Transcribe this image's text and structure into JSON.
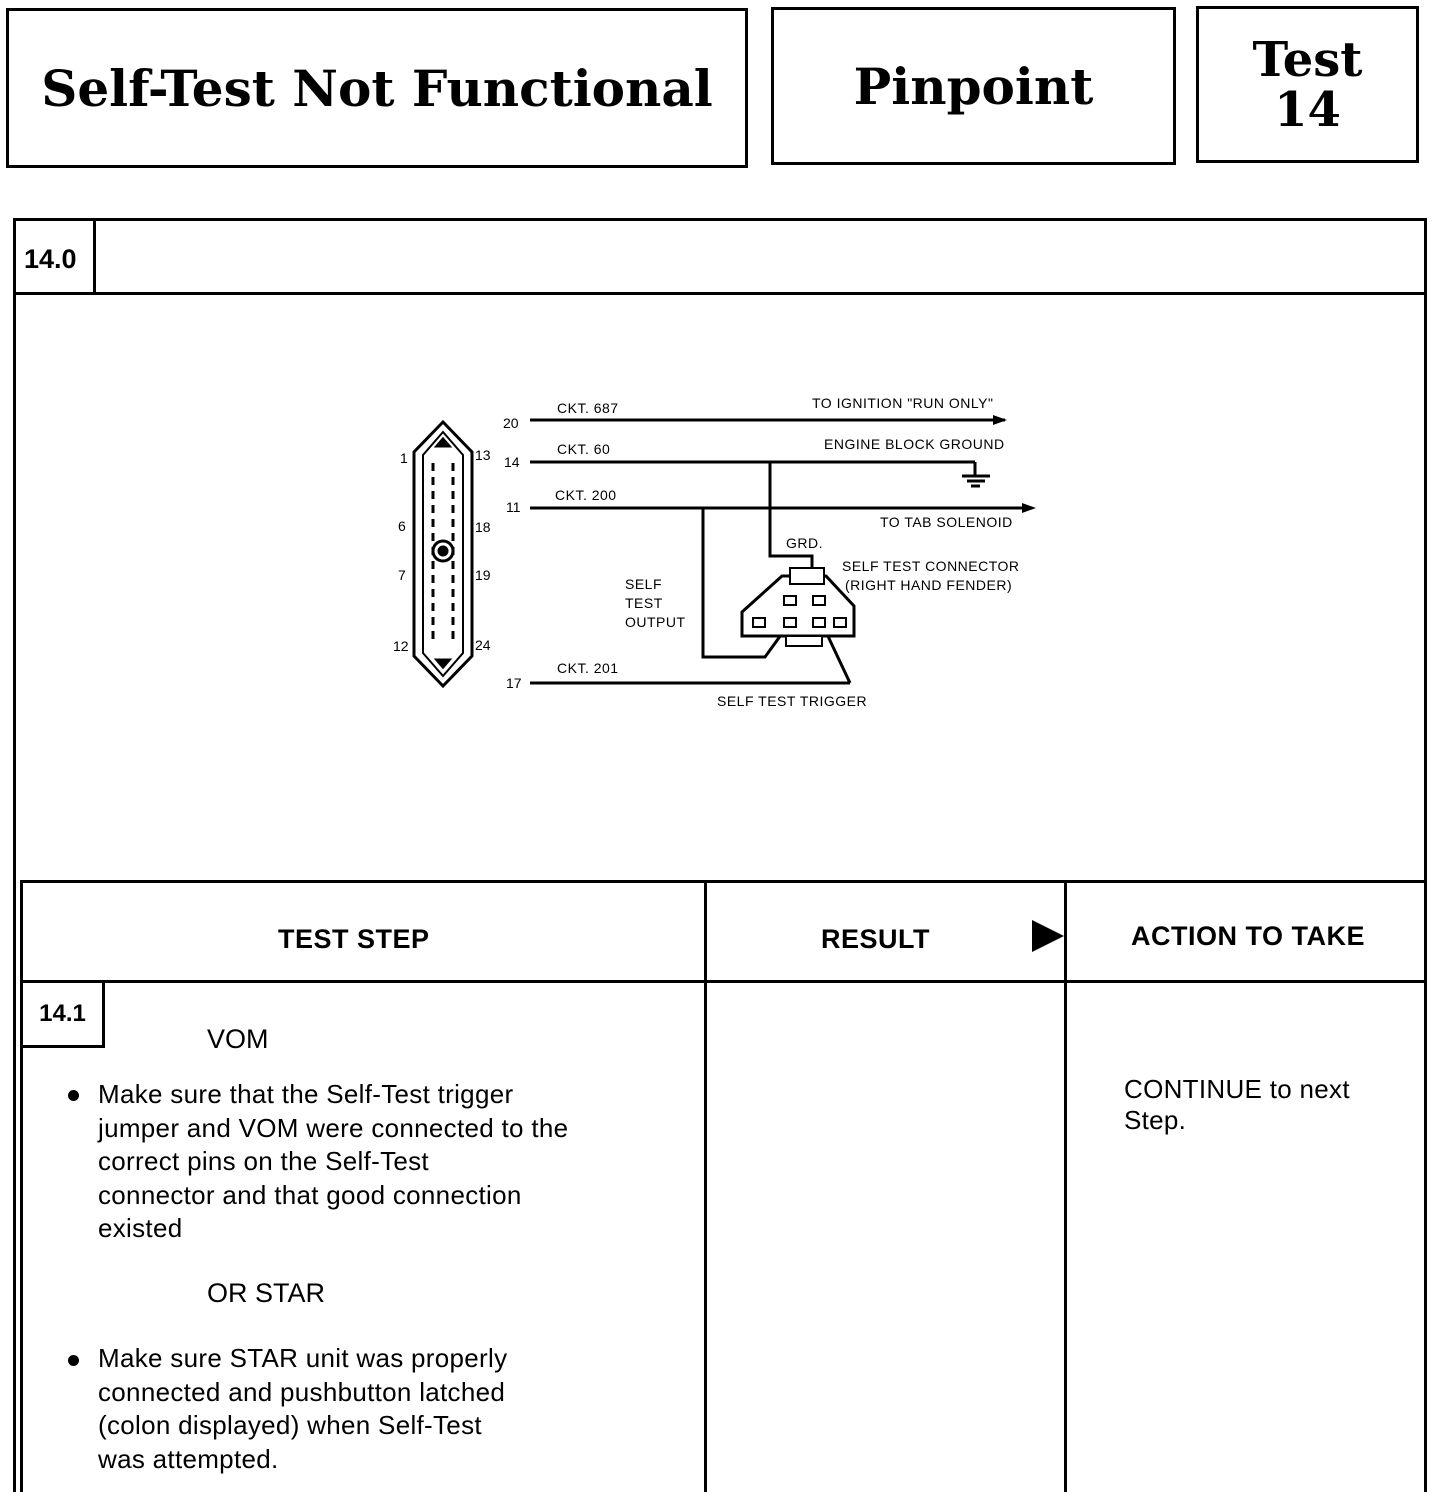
{
  "header": {
    "title": "Self-Test Not Functional",
    "pinpoint": "Pinpoint",
    "test_label": "Test",
    "test_number": "14"
  },
  "section": {
    "number": "14.0",
    "title": ""
  },
  "diagram": {
    "pins_left": [
      "1",
      "6",
      "7",
      "12"
    ],
    "pins_right": [
      "13",
      "18",
      "19",
      "24"
    ],
    "wires": [
      {
        "pin": "20",
        "circuit": "CKT. 687",
        "destination": "TO IGNITION \"RUN ONLY\""
      },
      {
        "pin": "14",
        "circuit": "CKT. 60",
        "destination": "ENGINE BLOCK GROUND"
      },
      {
        "pin": "11",
        "circuit": "CKT. 200",
        "destination": "TO TAB SOLENOID"
      },
      {
        "pin": "17",
        "circuit": "CKT. 201",
        "destination": ""
      }
    ],
    "grd_label": "GRD.",
    "connector_label_1": "SELF TEST CONNECTOR",
    "connector_label_2": "(RIGHT HAND FENDER)",
    "output_label": [
      "SELF",
      "TEST",
      "OUTPUT"
    ],
    "trigger_label": "SELF TEST TRIGGER"
  },
  "table": {
    "col_test_step": "TEST STEP",
    "col_result": "RESULT",
    "col_action": "ACTION TO TAKE",
    "step": {
      "number": "14.1",
      "method_1": "VOM",
      "bullet_1": [
        "Make sure that the Self-Test trigger",
        "jumper and VOM were connected to the",
        "correct pins on the Self-Test",
        "connector and that good connection",
        "existed"
      ],
      "method_2": "OR STAR",
      "bullet_2": [
        "Make sure STAR unit was properly",
        "connected and pushbutton latched",
        "(colon displayed) when Self-Test",
        "was attempted."
      ],
      "result": "",
      "action": [
        "CONTINUE to next",
        "Step."
      ]
    }
  }
}
